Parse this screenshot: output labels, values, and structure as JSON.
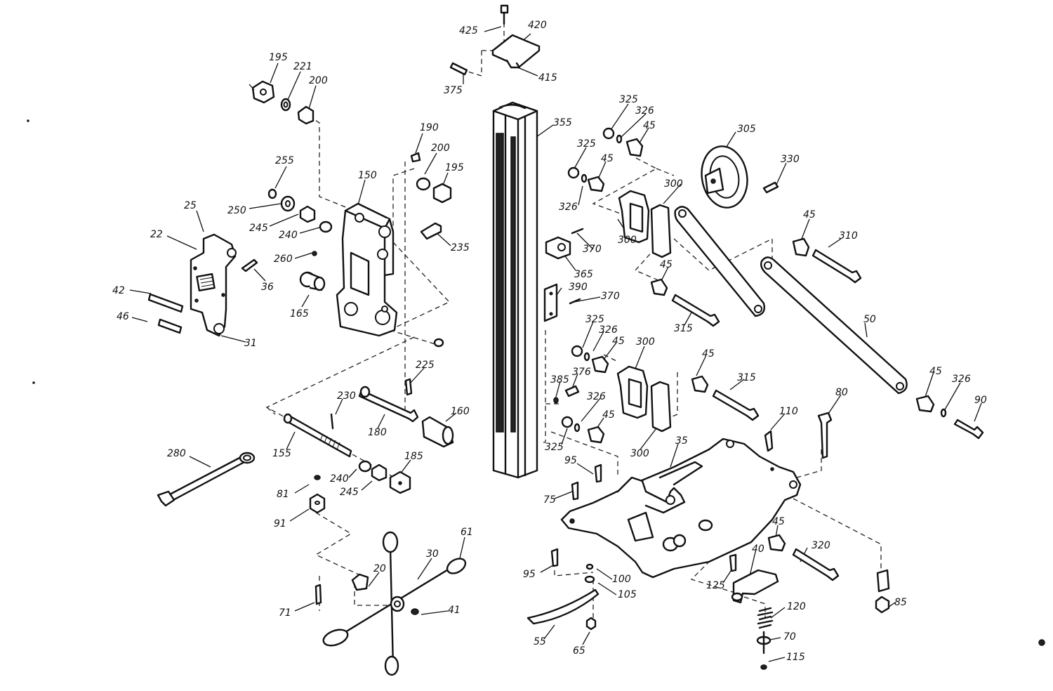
{
  "labels": {
    "p425": "425",
    "p420": "420",
    "p375": "375",
    "p415": "415",
    "p195a": "195",
    "p221": "221",
    "p200a": "200",
    "p190": "190",
    "p200b": "200",
    "p195b": "195",
    "p255": "255",
    "p150": "150",
    "p25": "25",
    "p250": "250",
    "p245a": "245",
    "p240a": "240",
    "p22": "22",
    "p235": "235",
    "p260": "260",
    "p36": "36",
    "p42": "42",
    "p165": "165",
    "p46": "46",
    "p31": "31",
    "p355": "355",
    "p325a": "325",
    "p326a": "326",
    "p45a": "45",
    "p305": "305",
    "p325b": "325",
    "p45b": "45",
    "p330": "330",
    "p300a": "300",
    "p326b": "326",
    "p300b": "300",
    "p370a": "370",
    "p45c": "45",
    "p310": "310",
    "p365": "365",
    "p390": "390",
    "p370b": "370",
    "p45d": "45",
    "p315a": "315",
    "p325c": "325",
    "p326c": "326",
    "p45e": "45",
    "p300c": "300",
    "p50": "50",
    "p225": "225",
    "p385": "385",
    "p376": "376",
    "p45f": "45",
    "p315b": "315",
    "p230": "230",
    "p160": "160",
    "p180": "180",
    "p326d": "326",
    "p45g": "45",
    "p80": "80",
    "p110": "110",
    "p326e": "326",
    "p90": "90",
    "p45h": "45",
    "p155": "155",
    "p325d": "325",
    "p300d": "300",
    "p35": "35",
    "p280": "280",
    "p185": "185",
    "p240b": "240",
    "p245b": "245",
    "p95a": "95",
    "p81": "81",
    "p75": "75",
    "p91": "91",
    "p45i": "45",
    "p61": "61",
    "p30": "30",
    "p20": "20",
    "p40": "40",
    "p95b": "95",
    "p100": "100",
    "p125": "125",
    "p105": "105",
    "p320": "320",
    "p71": "71",
    "p41": "41",
    "p120": "120",
    "p85": "85",
    "p55": "55",
    "p70": "70",
    "p65": "65",
    "p115": "115"
  }
}
